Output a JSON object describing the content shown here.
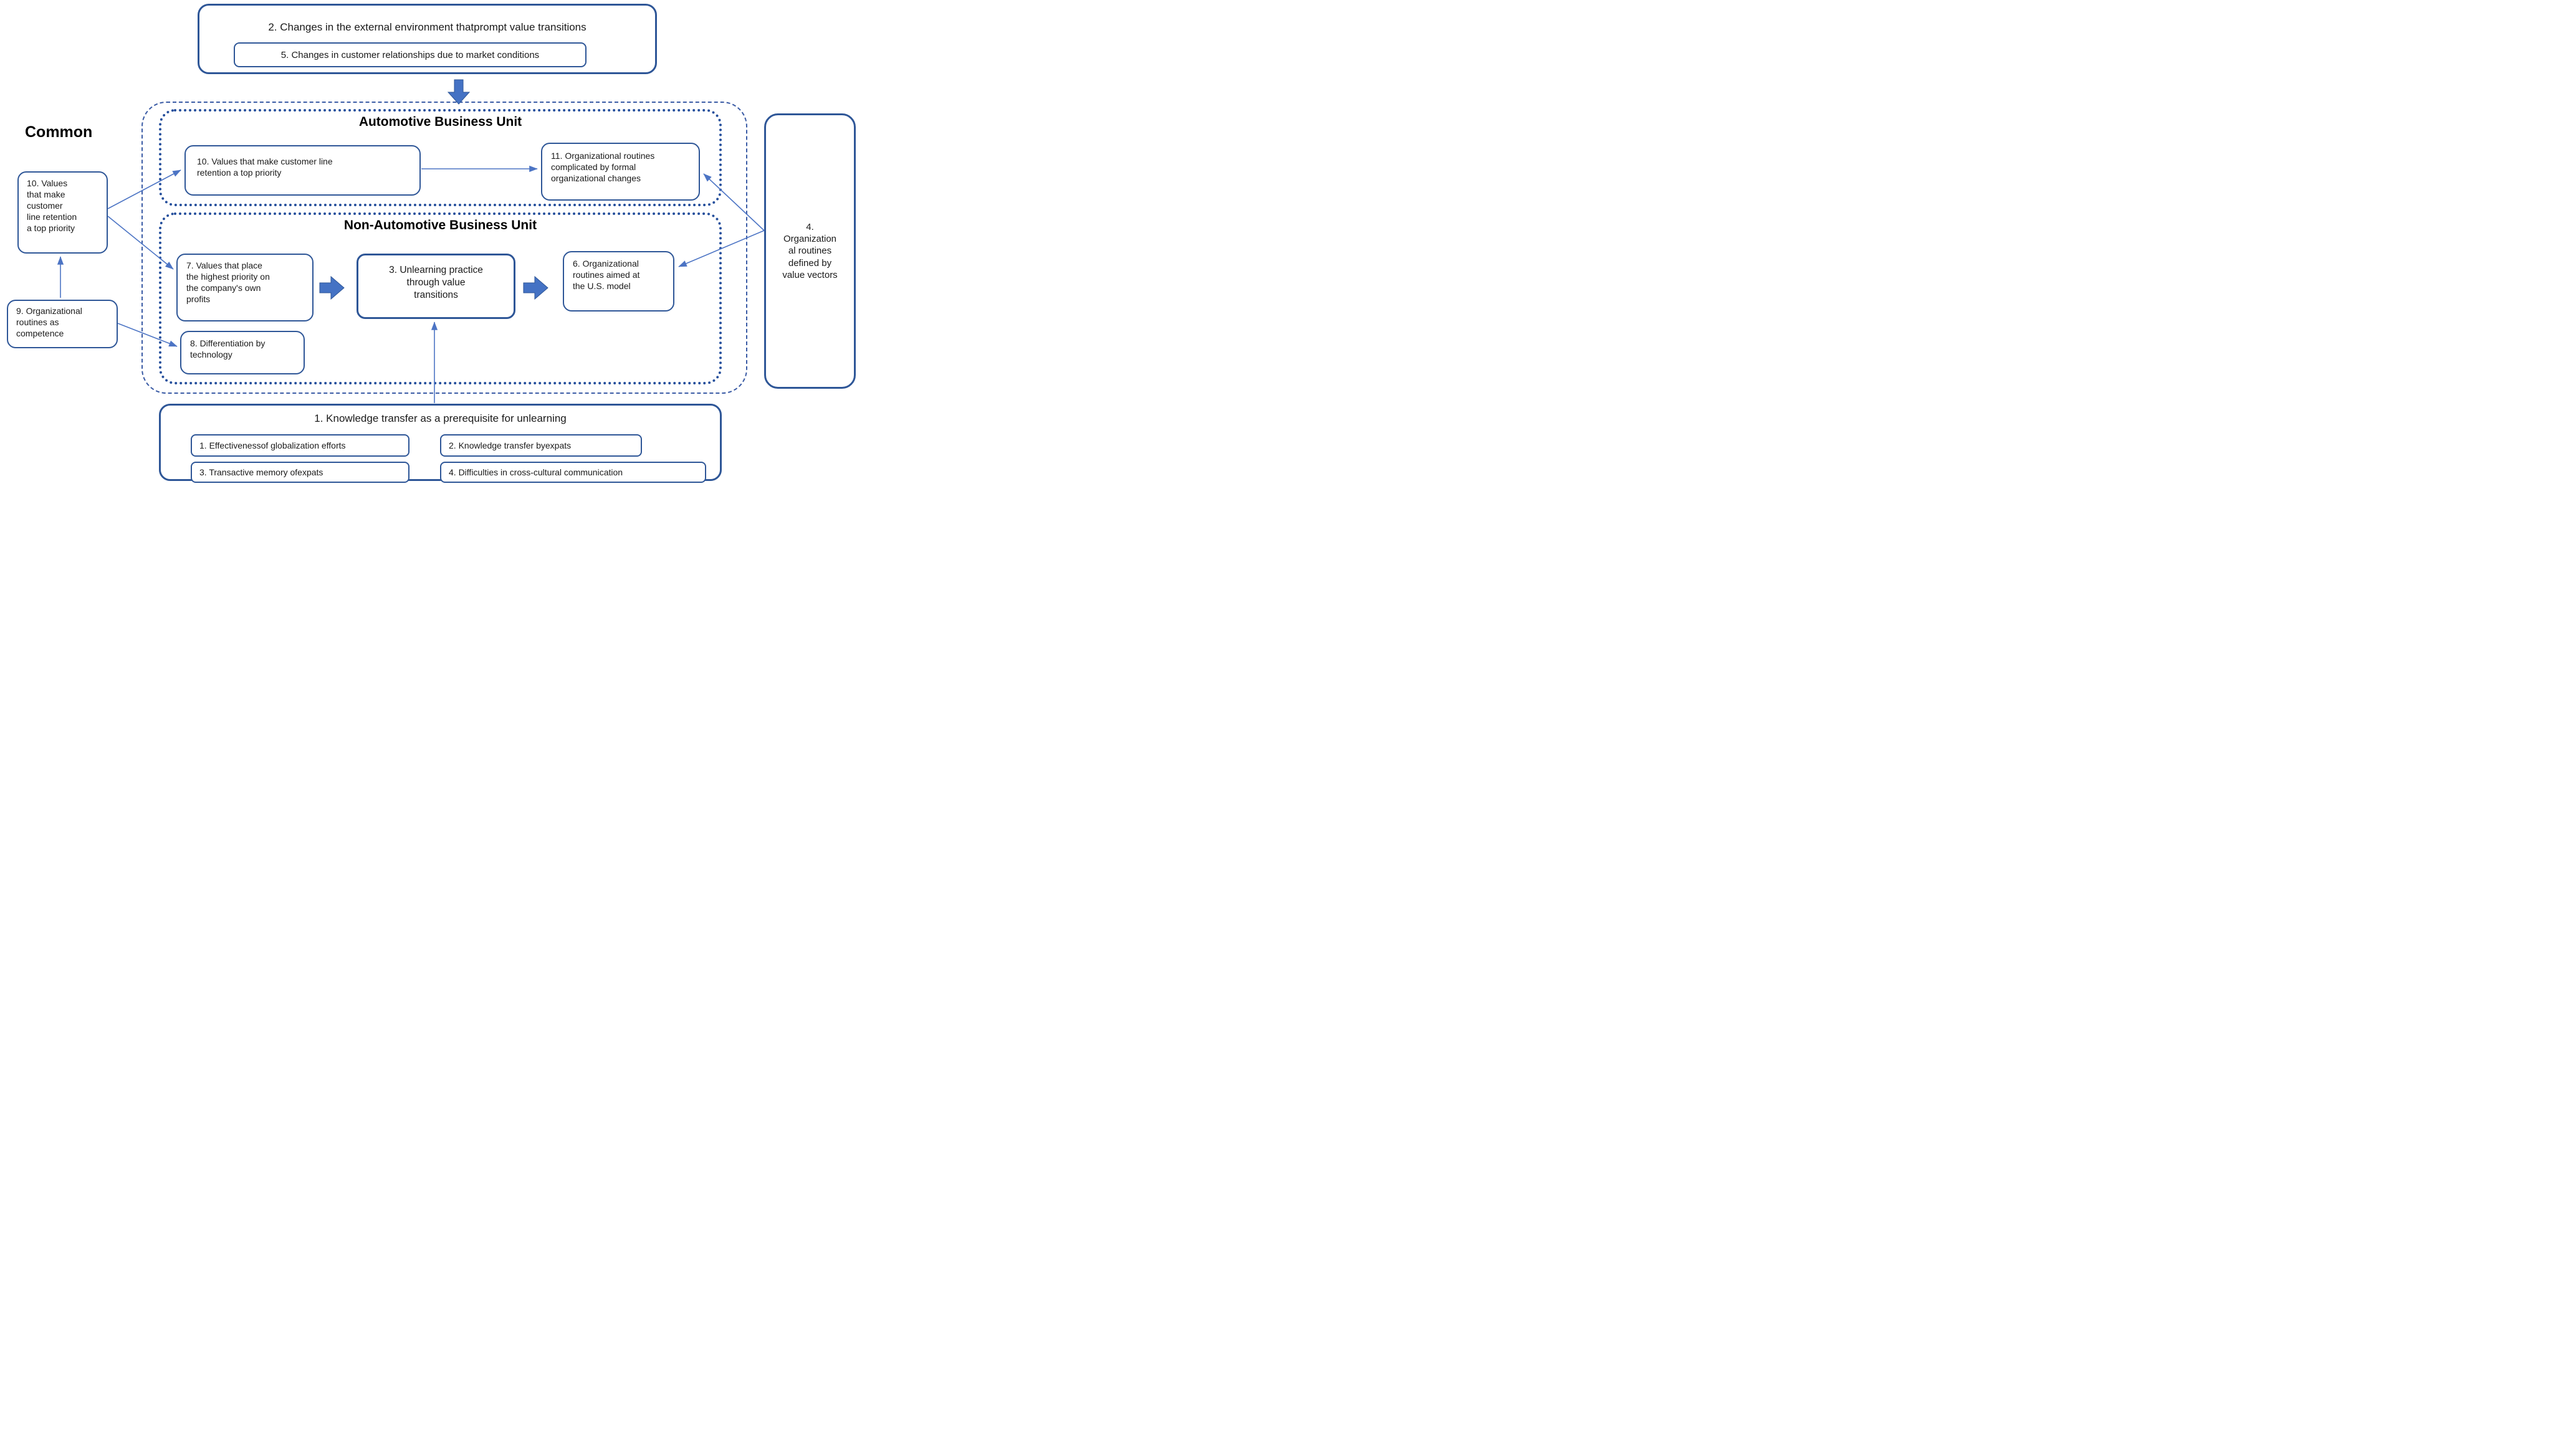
{
  "colors": {
    "border_dark": "#2E5697",
    "accent_arrow": "#4C74C4",
    "fat_arrow_fill": "#4472C4",
    "dotted_border": "#254F9C",
    "dashed_border": "#3A5BA5",
    "text": "#1A1A1A"
  },
  "labels": {
    "common": "Common"
  },
  "external": {
    "title": "2. Changes in the external environment thatprompt value transitions",
    "sub": "5. Changes in customer relationships due to market conditions"
  },
  "automotive": {
    "title": "Automotive Business Unit",
    "box10": "10. Values that make customer line\nretention a top priority",
    "box11": "11. Organizational routines\ncomplicated by formal\norganizational changes"
  },
  "non_automotive": {
    "title": "Non-Automotive Business Unit",
    "box7": "7. Values that place\nthe highest priority on\nthe company's own\nprofits",
    "box3": "3. Unlearning practice\nthrough value\ntransitions",
    "box6": "6. Organizational\nroutines aimed at\nthe U.S. model",
    "box8": "8. Differentiation by\ntechnology"
  },
  "common_side": {
    "box10": "10. Values\nthat make\ncustomer\nline retention\na top priority",
    "box9": "9. Organizational\nroutines as\ncompetence"
  },
  "right_side": {
    "box4": "4.\nOrganization\nal routines\ndefined by\nvalue vectors"
  },
  "knowledge": {
    "title": "1. Knowledge transfer as a prerequisite for unlearning",
    "chips": [
      {
        "label": "1. Effectivenessof globalization efforts"
      },
      {
        "label": "2. Knowledge transfer byexpats"
      },
      {
        "label": "3. Transactive memory ofexpats"
      },
      {
        "label": "4. Difficulties in cross-cultural communication"
      }
    ]
  }
}
